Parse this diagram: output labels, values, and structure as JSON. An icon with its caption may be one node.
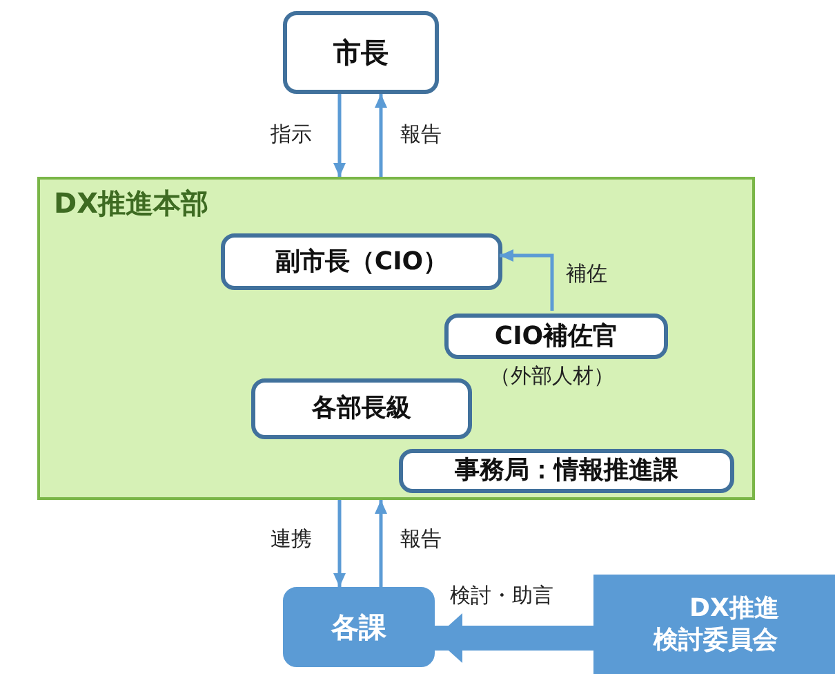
{
  "diagram": {
    "nodes": [
      {
        "text": [
          "市長"
        ]
      },
      {
        "text": [
          "DX推進本部"
        ]
      },
      {
        "text": [
          "副市長（CIO）"
        ],
        "in": 1
      },
      {
        "text": [
          "CIO補佐官"
        ],
        "in": 1,
        "beside": [
          "（外部人材）"
        ]
      },
      {
        "text": [
          "各部長級"
        ],
        "in": 1
      },
      {
        "text": [
          "事務局：情報推進課"
        ],
        "in": 1
      },
      {
        "text": [
          "各課"
        ]
      },
      {
        "text": [
          "DX推進検討委員会"
        ]
      }
    ],
    "edges": [
      {
        "from": 0,
        "to": 1,
        "arrow": "to",
        "label": "指示"
      },
      {
        "from": 1,
        "to": 0,
        "arrow": "to",
        "label": "報告"
      },
      {
        "from": 3,
        "to": 2,
        "arrow": "to",
        "label": "補佐"
      },
      {
        "from": 1,
        "to": 6,
        "arrow": "to",
        "label": "連携"
      },
      {
        "from": 6,
        "to": 1,
        "arrow": "to",
        "label": "報告"
      },
      {
        "from": 7,
        "to": 6,
        "arrow": "to",
        "label": "検討・助言",
        "style": "thick"
      }
    ]
  }
}
